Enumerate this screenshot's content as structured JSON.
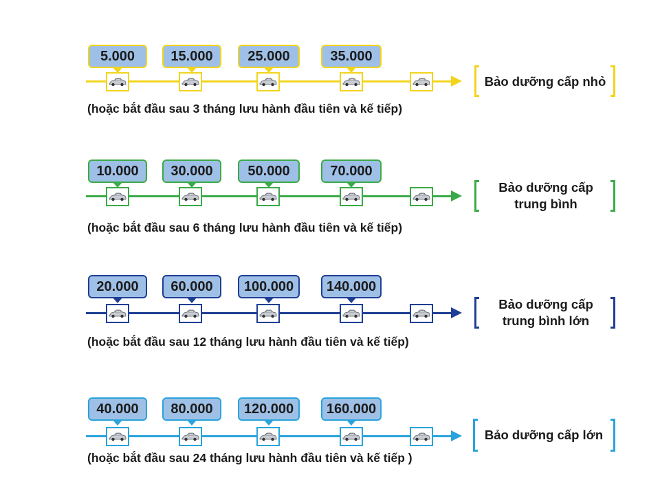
{
  "rows": [
    {
      "color": "#f2d41c",
      "milestones": [
        "5.000",
        "15.000",
        "25.000",
        "35.000"
      ],
      "note": "(hoặc bắt đầu sau 3 tháng lưu hành đầu tiên và kế tiếp)",
      "level": "Bảo dưỡng cấp nhỏ"
    },
    {
      "color": "#3aaa47",
      "milestones": [
        "10.000",
        "30.000",
        "50.000",
        "70.000"
      ],
      "note": "(hoặc bắt đầu sau 6 tháng lưu hành đầu tiên và kế tiếp)",
      "level": "Bảo dưỡng cấp trung bình"
    },
    {
      "color": "#1f3f94",
      "milestones": [
        "20.000",
        "60.000",
        "100.000",
        "140.000"
      ],
      "note": "(hoặc bắt đầu sau 12 tháng lưu hành đầu tiên và kế tiếp)",
      "level": "Bảo dưỡng cấp trung bình lớn"
    },
    {
      "color": "#29a3dc",
      "milestones": [
        "40.000",
        "80.000",
        "120.000",
        "160.000"
      ],
      "note": "(hoặc bắt đầu sau 24 tháng lưu hành đầu tiên và kế tiếp )",
      "level": "Bảo dưỡng cấp lớn"
    }
  ],
  "icons": {
    "milestone": "car-icon",
    "arrow": "arrow-right-icon"
  }
}
